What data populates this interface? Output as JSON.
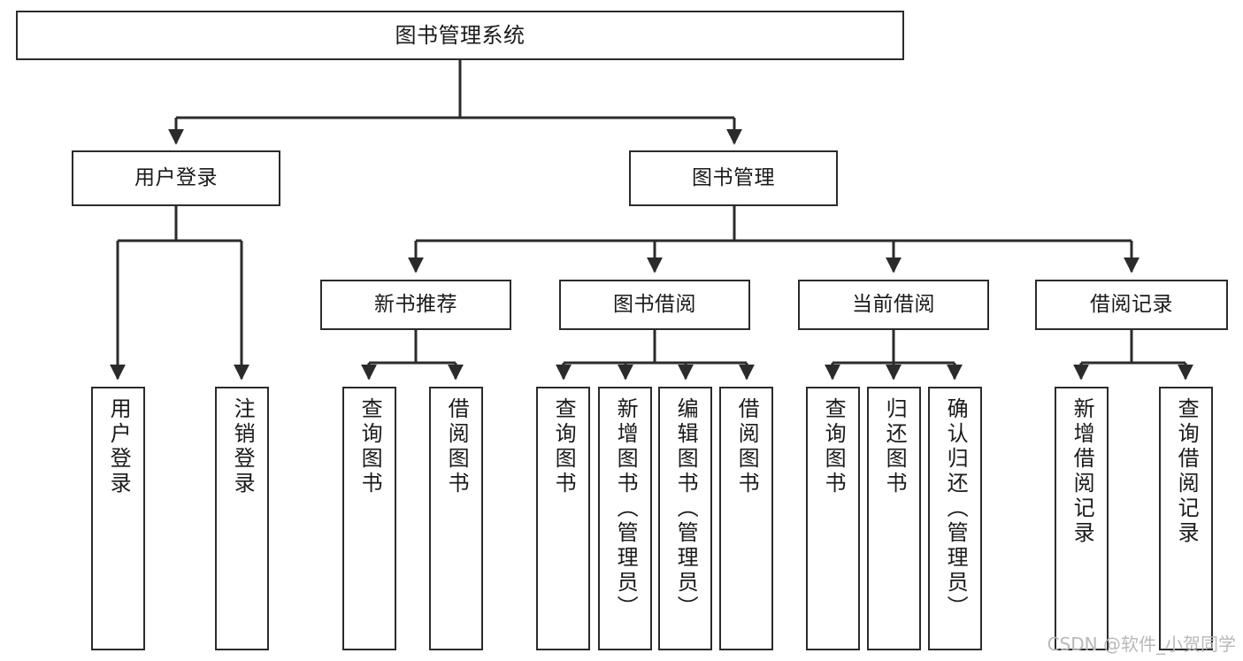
{
  "diagram": {
    "title": "图书管理系统",
    "type": "tree-hierarchy",
    "colors": {
      "box_border": "#2b2b2b",
      "box_fill": "#ffffff",
      "connector": "#2b2b2b",
      "watermark": "#b9b9b9",
      "background": "#ffffff"
    },
    "root": {
      "label": "图书管理系统"
    },
    "level2": [
      {
        "label": "用户登录"
      },
      {
        "label": "图书管理"
      }
    ],
    "level3": [
      {
        "label": "新书推荐"
      },
      {
        "label": "图书借阅"
      },
      {
        "label": "当前借阅"
      },
      {
        "label": "借阅记录"
      }
    ],
    "leaves": {
      "user_login": [
        {
          "label": "用户登录"
        },
        {
          "label": "注销登录"
        }
      ],
      "new_book_recommend": [
        {
          "label": "查询图书"
        },
        {
          "label": "借阅图书"
        }
      ],
      "book_borrow": [
        {
          "label": "查询图书"
        },
        {
          "label": "新增图书（管理员）"
        },
        {
          "label": "编辑图书（管理员）"
        },
        {
          "label": "借阅图书"
        }
      ],
      "current_borrow": [
        {
          "label": "查询图书"
        },
        {
          "label": "归还图书"
        },
        {
          "label": "确认归还（管理员）"
        }
      ],
      "borrow_record": [
        {
          "label": "新增借阅记录"
        },
        {
          "label": "查询借阅记录"
        }
      ]
    },
    "watermark": "CSDN @软件_小贺同学"
  }
}
